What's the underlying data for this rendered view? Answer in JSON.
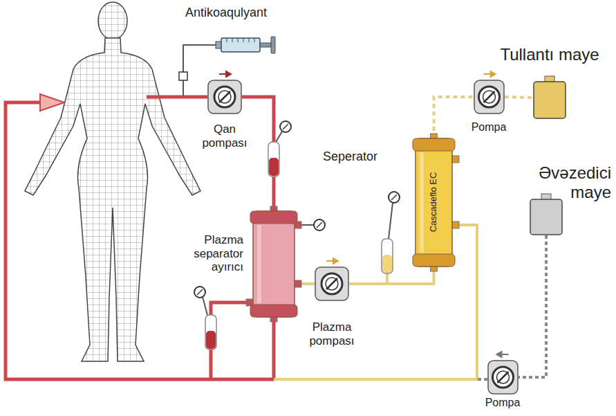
{
  "diagram": {
    "nodes": [
      {
        "text": [
          "Antikoaqulyant"
        ]
      },
      {
        "text": [
          "Qan pompası"
        ]
      },
      {
        "text": [
          "Plazma separator ayırıcı"
        ]
      },
      {
        "text": [
          "Plazma pompası"
        ]
      },
      {
        "text": [
          "Seperator",
          "Cascadeflo EC"
        ]
      },
      {
        "text": [
          "Pompa"
        ]
      },
      {
        "text": [
          "Tullantı maye"
        ]
      },
      {
        "text": [
          "Əvəzedici maye"
        ]
      },
      {
        "text": [
          "Pompa"
        ]
      }
    ],
    "edges": [
      {
        "from": 0,
        "to": 1,
        "arrow": "none"
      },
      {
        "from": 1,
        "to": 2,
        "arrow": "none"
      },
      {
        "from": 2,
        "to": 3,
        "arrow": "none"
      },
      {
        "from": 3,
        "to": 4,
        "arrow": "none"
      },
      {
        "from": 4,
        "to": 5,
        "arrow": "none"
      },
      {
        "from": 5,
        "to": 6,
        "arrow": "none"
      },
      {
        "from": 7,
        "to": 8,
        "arrow": "none"
      }
    ]
  }
}
